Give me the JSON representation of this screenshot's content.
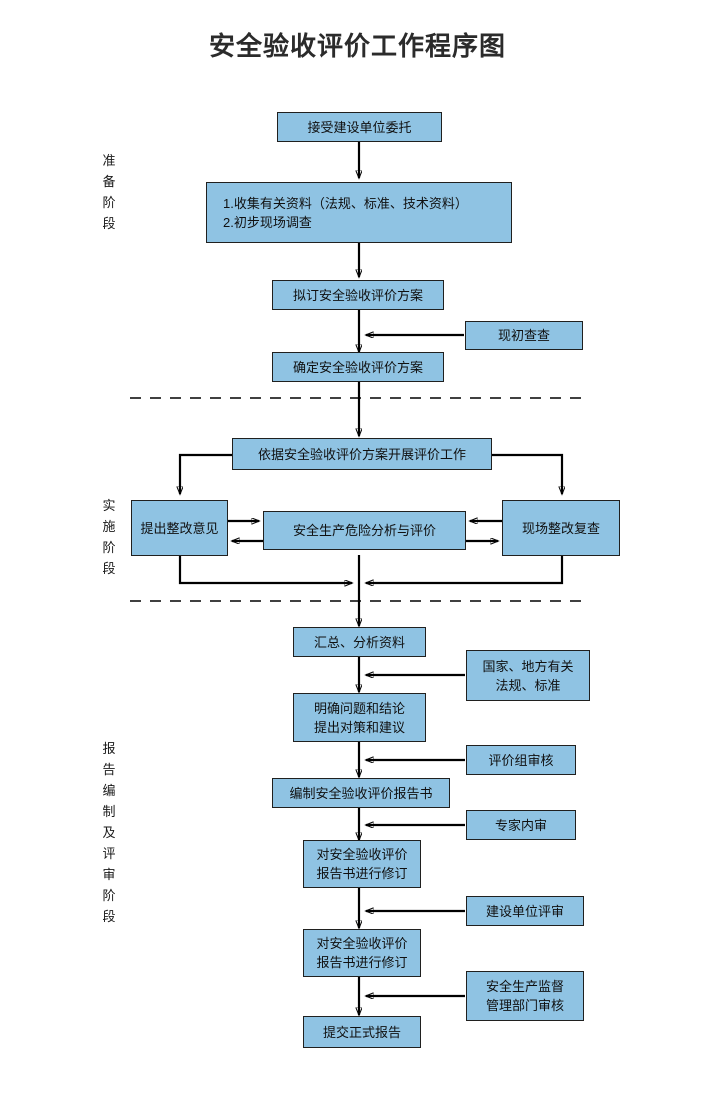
{
  "title": "安全验收评价工作程序图",
  "colors": {
    "node_fill": "#8FC3E3",
    "node_border": "#20201F",
    "connector": "#000000",
    "title_text": "#2B2B2B"
  },
  "phases": [
    {
      "id": "preparation",
      "label": "准\n备\n阶\n段",
      "chars": "准备阶段"
    },
    {
      "id": "implementation",
      "label": "实\n施\n阶\n段",
      "chars": "实施阶段"
    },
    {
      "id": "reporting",
      "label": "报\n告\n编\n制\n及\n评\n审\n阶\n段",
      "chars": "报告编制及评审阶段"
    }
  ],
  "nodes": {
    "accept_commission": {
      "text": "接受建设单位委托"
    },
    "collect_data": {
      "line1": "1.收集有关资料（法规、标准、技术资料）",
      "line2": "2.初步现场调查"
    },
    "draft_plan": {
      "text": "拟订安全验收评价方案"
    },
    "preliminary_check": {
      "text": "现初查查"
    },
    "confirm_plan": {
      "text": "确定安全验收评价方案"
    },
    "carry_out_eval": {
      "text": "依据安全验收评价方案开展评价工作"
    },
    "rectification_opinion": {
      "text": "提出整改意见"
    },
    "hazard_analysis": {
      "text": "安全生产危险分析与评价"
    },
    "onsite_recheck": {
      "text": "现场整改复查"
    },
    "summarize_data": {
      "text": "汇总、分析资料"
    },
    "laws_standards": {
      "line1": "国家、地方有关",
      "line2": "法规、标准"
    },
    "clarify_conclusion": {
      "line1": "明确问题和结论",
      "line2": "提出对策和建议"
    },
    "group_review": {
      "text": "评价组审核"
    },
    "compile_report": {
      "text": "编制安全验收评价报告书"
    },
    "expert_review": {
      "text": "专家内审"
    },
    "revise_report_1": {
      "line1": "对安全验收评价",
      "line2": "报告书进行修订"
    },
    "owner_review": {
      "text": "建设单位评审"
    },
    "revise_report_2": {
      "line1": "对安全验收评价",
      "line2": "报告书进行修订"
    },
    "supervision_review": {
      "line1": "安全生产监督",
      "line2": "管理部门审核"
    },
    "submit_report": {
      "text": "提交正式报告"
    }
  }
}
